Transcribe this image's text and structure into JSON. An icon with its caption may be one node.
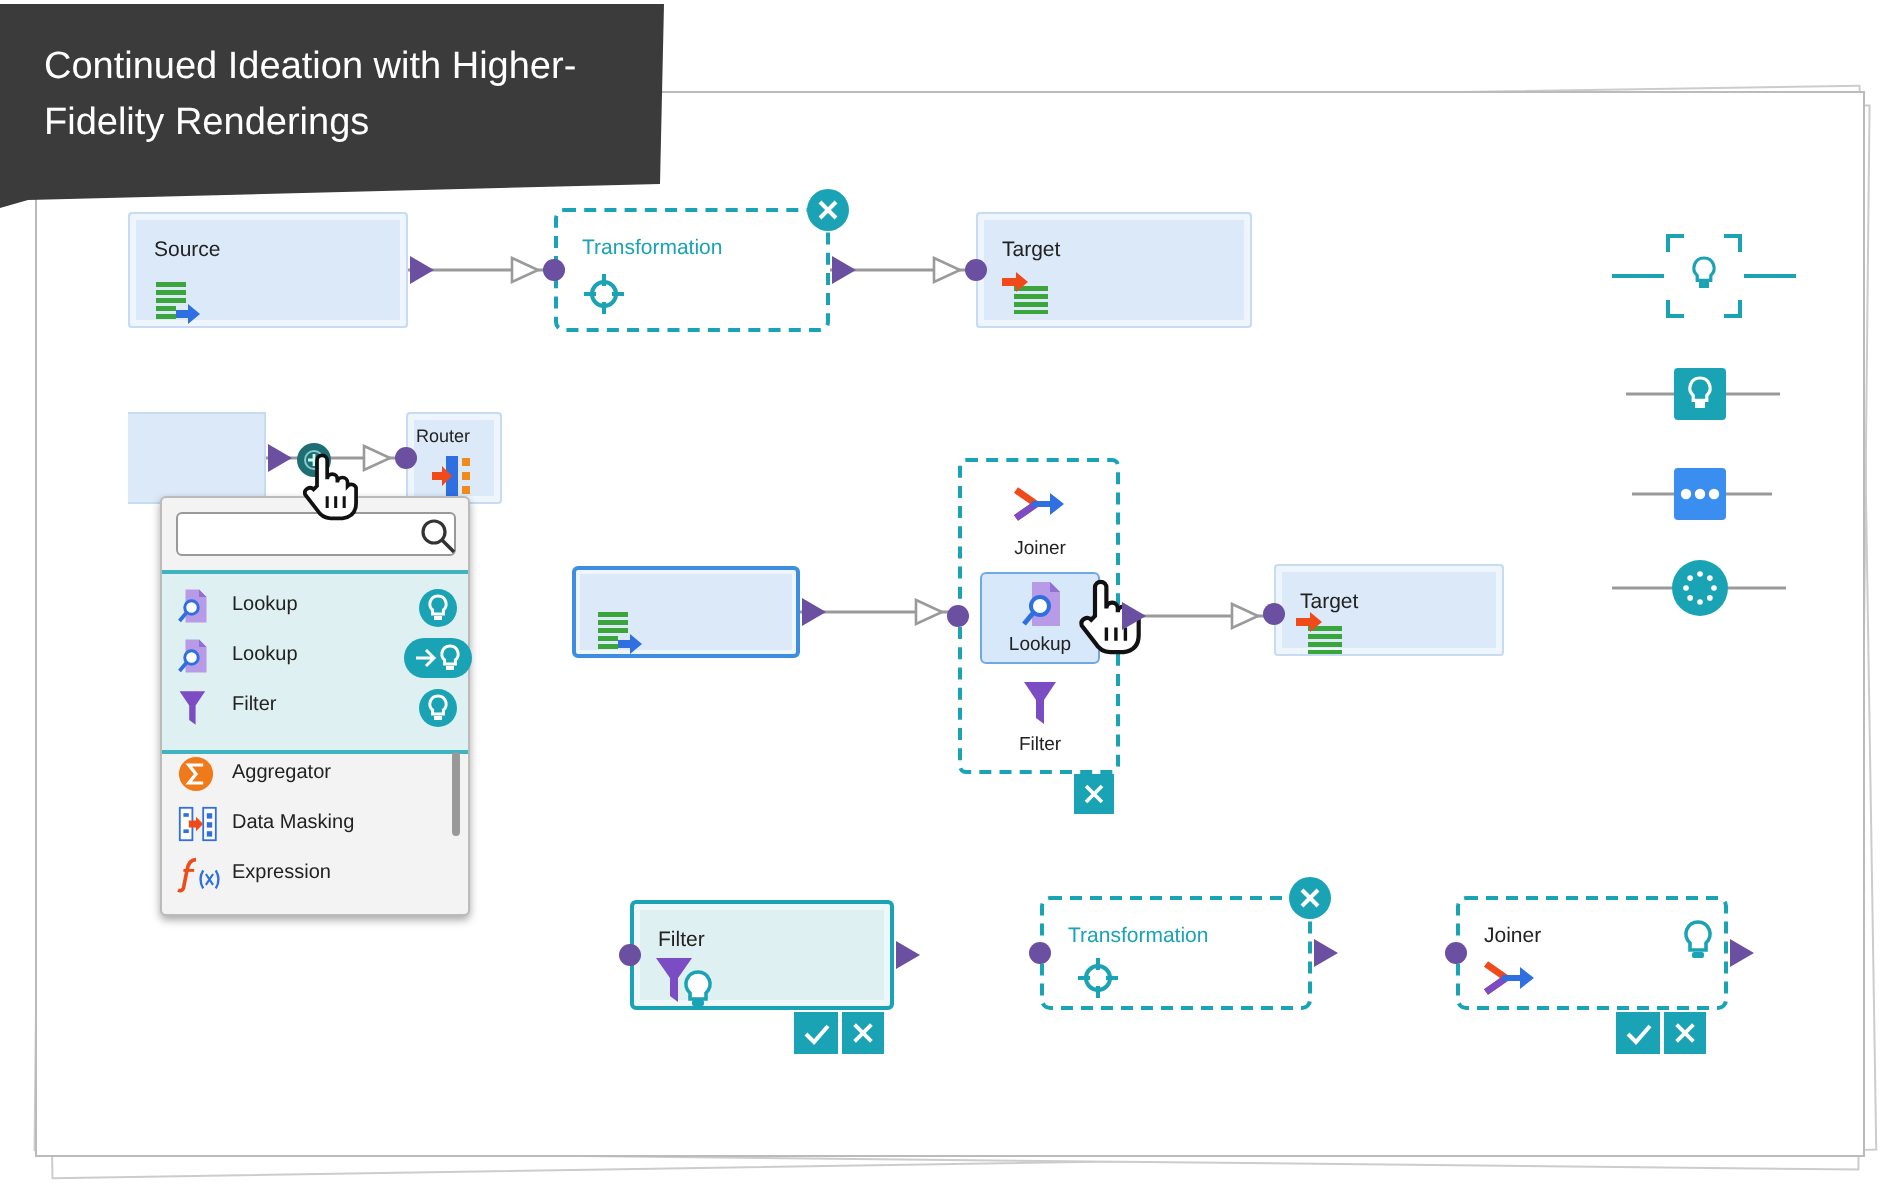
{
  "diagram": {
    "title": "Continued Ideation with Higher-Fidelity Renderings",
    "nodes": [
      {
        "text": [
          "Source"
        ]
      },
      {
        "text": [
          "Transformation"
        ]
      },
      {
        "text": [
          "Target"
        ]
      },
      {
        "text": [],
        "shape": "box"
      },
      {
        "text": [
          "Router"
        ]
      },
      {
        "text": [
          "Lookup",
          "Lookup",
          "Filter",
          "Aggregator",
          "Data Masking",
          "Expression"
        ]
      },
      {
        "text": [],
        "shape": "box"
      },
      {
        "text": [],
        "shape": "box"
      },
      {
        "text": [
          "Joiner"
        ],
        "in": 7
      },
      {
        "text": [
          "Lookup"
        ],
        "in": 7
      },
      {
        "text": [
          "Filter"
        ],
        "in": 7
      },
      {
        "text": [
          "Target"
        ]
      },
      {
        "text": [
          "Filter"
        ]
      },
      {
        "text": [
          "Transformation"
        ]
      },
      {
        "text": [
          "Joiner"
        ]
      }
    ],
    "edges": [
      {
        "from": 0,
        "to": 1,
        "arrow": "to"
      },
      {
        "from": 1,
        "to": 2,
        "arrow": "to"
      },
      {
        "from": 3,
        "to": 4,
        "arrow": "to"
      },
      {
        "from": 6,
        "to": 7,
        "arrow": "to"
      },
      {
        "from": 7,
        "to": 11,
        "arrow": "to"
      }
    ]
  }
}
